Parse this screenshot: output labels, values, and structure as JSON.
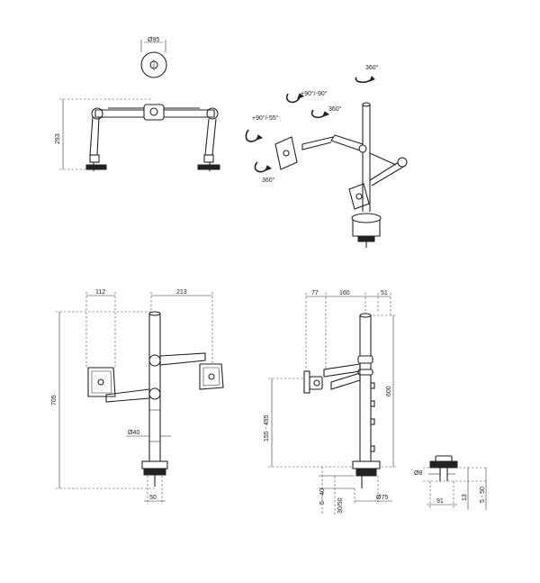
{
  "top_view": {
    "diameter": "Ø95",
    "height": "293"
  },
  "iso_view": {
    "rot_pole": "360°",
    "rot_arm": "+90°/-90°",
    "rot_joint": "360°",
    "tilt": "+90°/-55°",
    "rot_head": "360°"
  },
  "front_view": {
    "width_left": "112",
    "width_right": "213",
    "height": "705",
    "pole_diameter": "Ø40",
    "base_width": "50"
  },
  "side_view": {
    "offset_left": "77",
    "offset_mid": "160",
    "offset_right": "51",
    "height": "600",
    "mount_range": "155 - 495",
    "clamp_range": "5 - 40",
    "clamp_depth": "30/50",
    "base_diameter": "Ø75"
  },
  "clamp_detail": {
    "bolt_diameter": "Ø8",
    "width": "91",
    "height": "13",
    "range": "5 - 50"
  }
}
